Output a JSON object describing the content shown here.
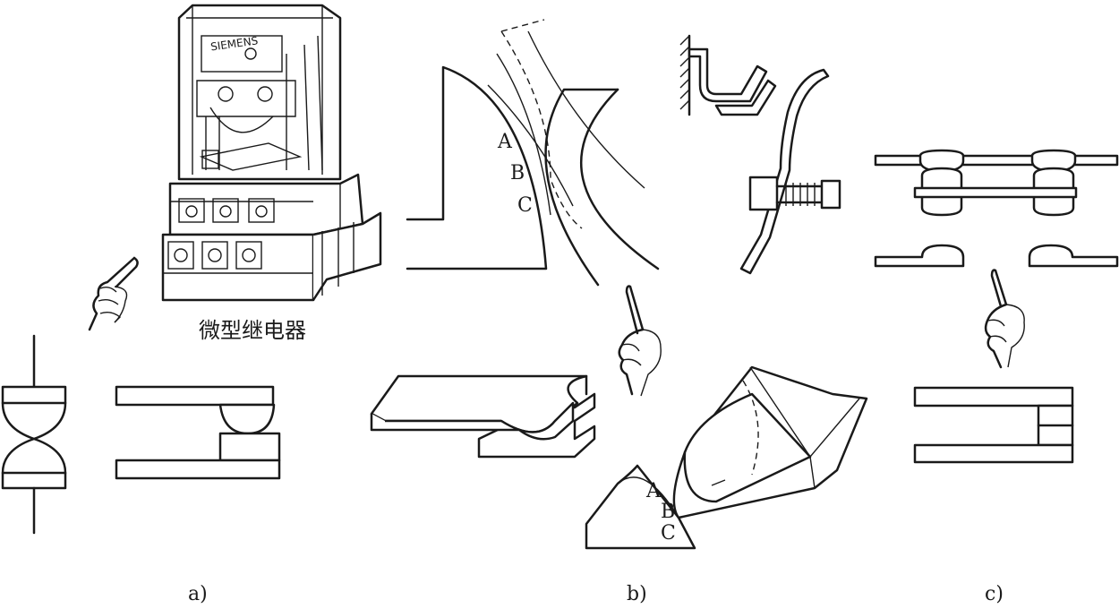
{
  "captions": {
    "relay": "微型继电器",
    "panel_a": "a)",
    "panel_b": "b)",
    "panel_c": "c)"
  },
  "relay_brand": "SIEMENS",
  "contact_points": {
    "a": "A",
    "b": "B",
    "c": "C"
  }
}
